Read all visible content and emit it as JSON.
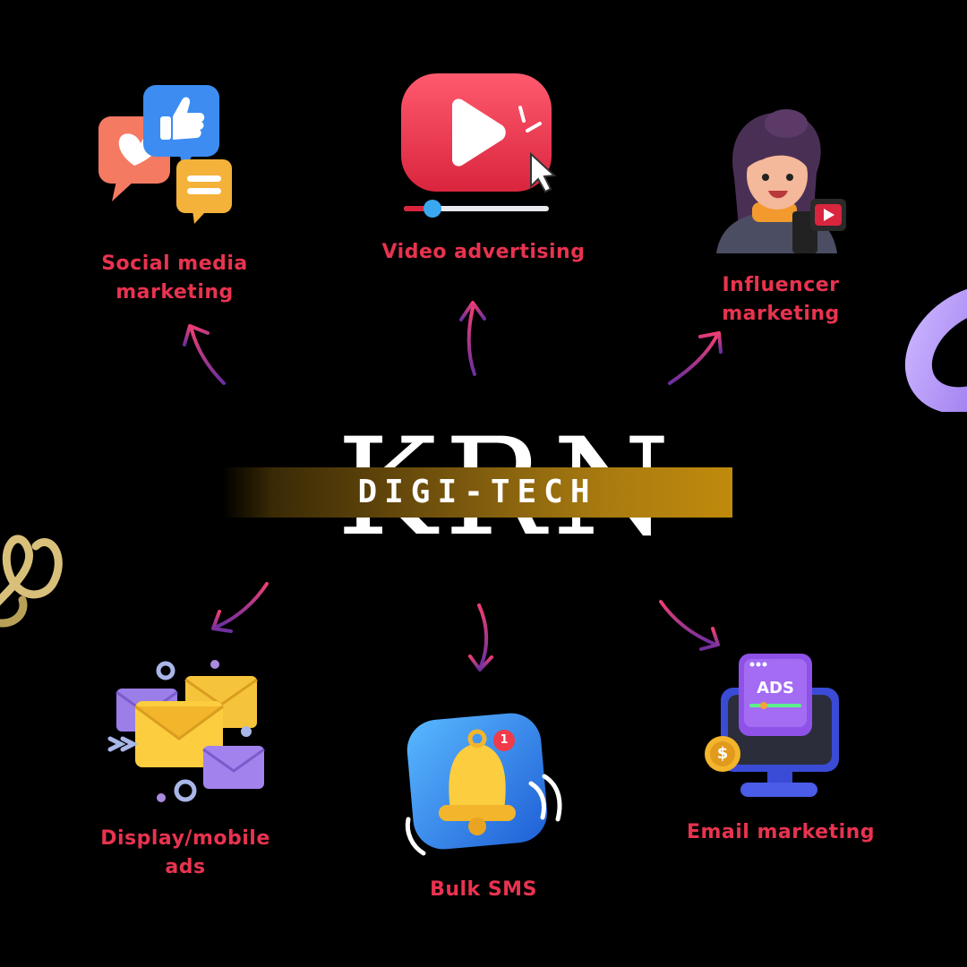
{
  "brand": {
    "logo_text": "KRN",
    "tagline": "DIGI-TECH"
  },
  "services": [
    {
      "label": "Social media\nmarketing",
      "icon": "social-media-icon"
    },
    {
      "label": "Video advertising",
      "icon": "video-play-icon"
    },
    {
      "label": "Influencer\nmarketing",
      "icon": "influencer-avatar-icon"
    },
    {
      "label": "Display/mobile\nads",
      "icon": "envelopes-icon"
    },
    {
      "label": "Bulk SMS",
      "icon": "notification-bell-icon"
    },
    {
      "label": "Email marketing",
      "icon": "ads-monitor-icon"
    }
  ],
  "icon_text": {
    "ads_screen": "ADS",
    "coin_symbol": "$",
    "notification_count": "1"
  },
  "colors": {
    "background": "#000000",
    "label": "#e8334f",
    "arrow": "#e0306a",
    "band_gold": "#c08a0c"
  }
}
